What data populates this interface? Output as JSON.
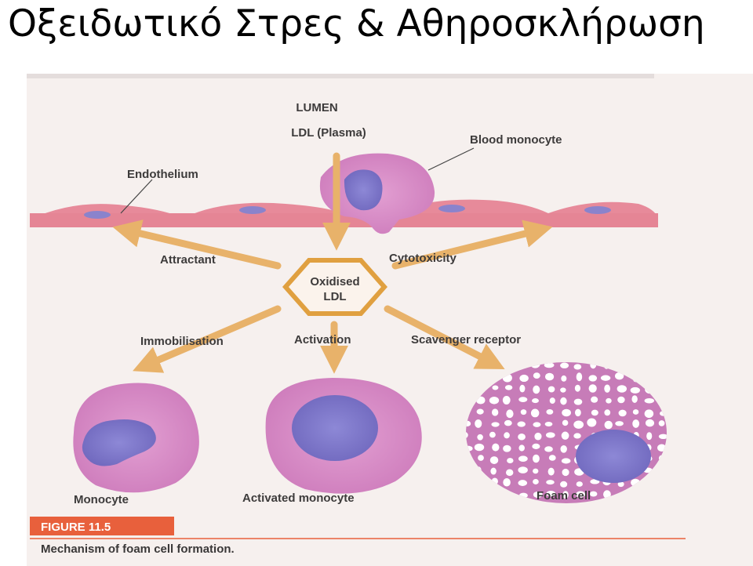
{
  "slide": {
    "title": "Οξειδωτικό Στρες & Αθηροσκλήρωση"
  },
  "figure": {
    "labels": {
      "lumen": "LUMEN",
      "ldl_plasma": "LDL (Plasma)",
      "blood_monocyte": "Blood monocyte",
      "endothelium": "Endothelium",
      "attractant": "Attractant",
      "cytotoxicity": "Cytotoxicity",
      "oxidised_line1": "Oxidised",
      "oxidised_line2": "LDL",
      "immobilisation": "Immobilisation",
      "activation": "Activation",
      "scavenger_receptor": "Scavenger receptor",
      "monocyte": "Monocyte",
      "activated_monocyte": "Activated monocyte",
      "foam_cell": "Foam cell"
    },
    "caption": {
      "label": "FIGURE 11.5",
      "text": "Mechanism of foam cell formation."
    },
    "colors": {
      "cell_pink": "#d98fc9",
      "nucleus_blue": "#7c74c9",
      "endothelium": "#e78a9a",
      "arrow_gold": "#e8b26a",
      "hexagon": "#e0a040",
      "caption_bar": "#e8603c"
    }
  }
}
